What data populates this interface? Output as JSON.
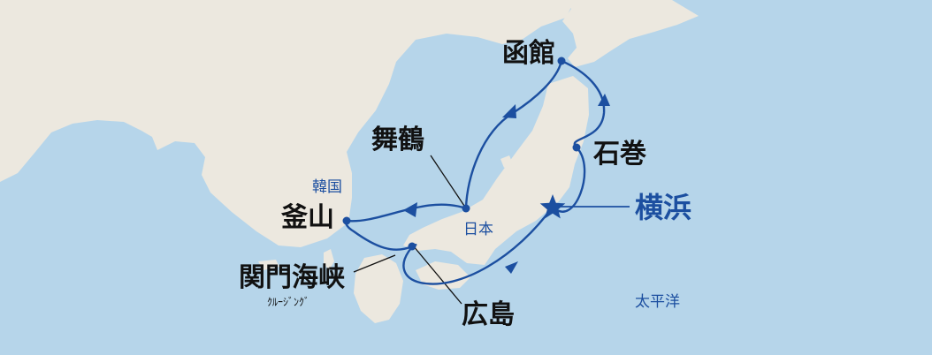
{
  "colors": {
    "sea": "#b6d5ea",
    "land": "#ece8df",
    "route": "#1c4fa0",
    "label": "#111111",
    "highlight": "#1c4fa0"
  },
  "ports": {
    "hakodate": "函館",
    "maizuru": "舞鶴",
    "ishinomaki": "石巻",
    "busan": "釜山",
    "shimonoseki": "関門海峡",
    "shimonoseki_note": "ｸﾙｰｼﾞﾝｸﾞ",
    "hiroshima": "広島",
    "yokohama": "横浜"
  },
  "regions": {
    "korea": "韓国",
    "japan": "日本",
    "pacific": "太平洋"
  },
  "markers": {
    "start_port_icon": "star-icon",
    "port_icon": "dot-icon",
    "direction_icon": "arrowhead-icon"
  }
}
